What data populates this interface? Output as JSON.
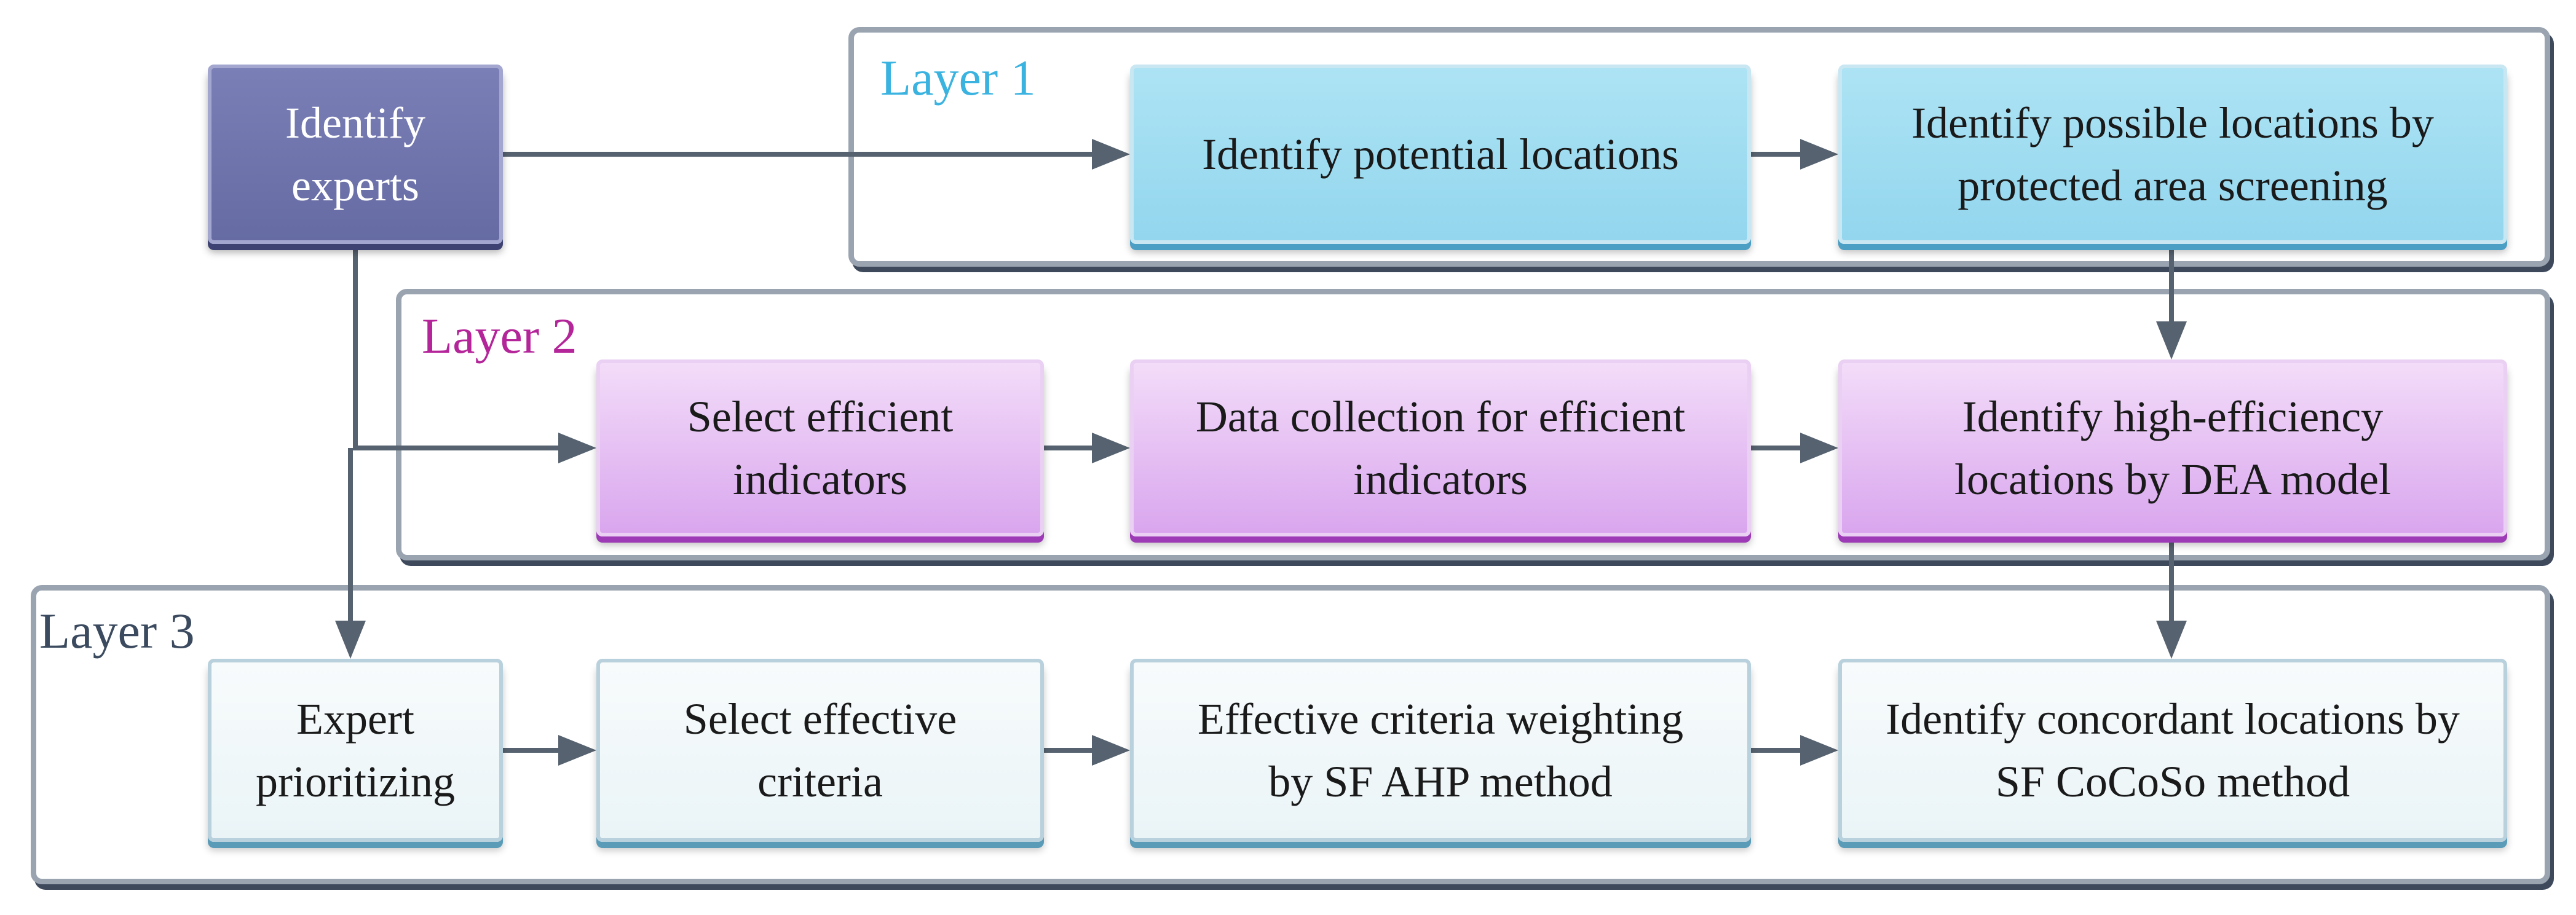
{
  "layers": [
    {
      "id": "layer1",
      "title": "Layer 1"
    },
    {
      "id": "layer2",
      "title": "Layer 2"
    },
    {
      "id": "layer3",
      "title": "Layer 3"
    }
  ],
  "boxes": {
    "identify_experts": "Identify\nexperts",
    "identify_potential_locations": "Identify potential locations",
    "identify_possible_locations": "Identify possible locations by\nprotected area screening",
    "select_efficient_indicators": "Select efficient\nindicators",
    "data_collection": "Data collection for efficient\nindicators",
    "identify_high_efficiency": "Identify high-efficiency\nlocations by DEA model",
    "expert_prioritizing": "Expert\nprioritizing",
    "select_effective_criteria": "Select effective\ncriteria",
    "effective_criteria_weighting": "Effective criteria weighting\nby SF AHP method",
    "identify_concordant": "Identify concordant locations by\nSF CoCoSo method"
  },
  "colors": {
    "layer1_title": "#3ab3e0",
    "layer2_title": "#b4259a",
    "layer3_title": "#3b4a5e",
    "connector": "#56626f"
  }
}
